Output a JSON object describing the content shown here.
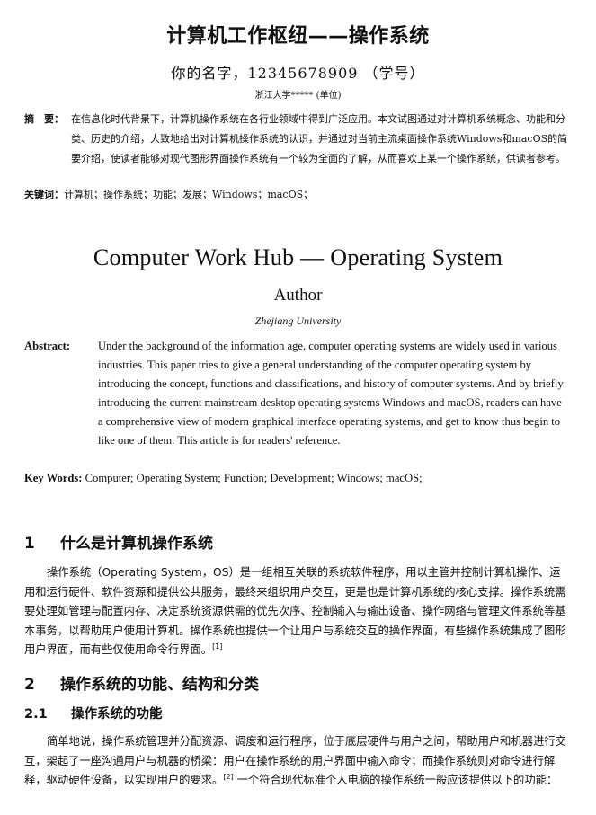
{
  "cn_title": "计算机工作枢纽——操作系统",
  "cn_author": "你的名字，12345678909 （学号）",
  "cn_unit": "浙江大学***** (单位)",
  "cn_abstract_label": "摘　要：",
  "cn_abstract": "在信息化时代背景下，计算机操作系统在各行业领域中得到广泛应用。本文试图通过对计算机系统概念、功能和分类、历史的介绍，大致地给出对计算机操作系统的认识，并通过对当前主流桌面操作系统Windows和macOS的简要介绍，使读者能够对现代图形界面操作系统有一个较为全面的了解，从而喜欢上某一个操作系统，供读者参考。",
  "cn_keywords_label": "关键词：",
  "cn_keywords": "计算机；操作系统；功能；发展；Windows；macOS；",
  "en_title": "Computer Work Hub — Operating System",
  "en_author": "Author",
  "en_unit": "Zhejiang University",
  "en_abstract_label": "Abstract:",
  "en_abstract": "Under the background of the information age, computer operating systems are widely used in various industries. This paper tries to give a general understanding of the computer operating system by introducing the concept, functions and classifications, and history of computer systems. And by briefly introducing the current mainstream desktop operating systems Windows and macOS, readers can have a comprehensive view of modern graphical interface operating systems, and get to know thus begin to like one of them. This article is for readers' reference.",
  "en_keywords_label": "Key Words:",
  "en_keywords": "Computer; Operating System; Function; Development; Windows; macOS;",
  "sections": [
    {
      "num": "1",
      "title": "什么是计算机操作系统"
    },
    {
      "num": "2",
      "title": "操作系统的功能、结构和分类"
    }
  ],
  "subsections": [
    {
      "num": "2.1",
      "title": "操作系统的功能"
    }
  ],
  "para1": {
    "text": "操作系统（Operating System，OS）是一组相互关联的系统软件程序，用以主管并控制计算机操作、运用和运行硬件、软件资源和提供公共服务，最终来组织用户交互，更是也是计算机系统的核心支撑。操作系统需要处理如管理与配置内存、决定系统资源供需的优先次序、控制输入与输出设备、操作网络与管理文件系统等基本事务，以帮助用户使用计算机。操作系统也提供一个让用户与系统交互的操作界面，有些操作系统集成了图形用户界面，而有些仅使用命令行界面。",
    "cite": "[1]"
  },
  "para2": {
    "text_a": "简单地说，操作系统管理并分配资源、调度和运行程序，位于底层硬件与用户之间，帮助用户和机器进行交互，架起了一座沟通用户与机器的桥梁：用户在操作系统的用户界面中输入命令；而操作系统则对命令进行解释，驱动硬件设备，以实现用户的要求。",
    "cite": "[2]",
    "text_b": " 一个符合现代标准个人电脑的操作系统一般应该提供以下的功能："
  }
}
